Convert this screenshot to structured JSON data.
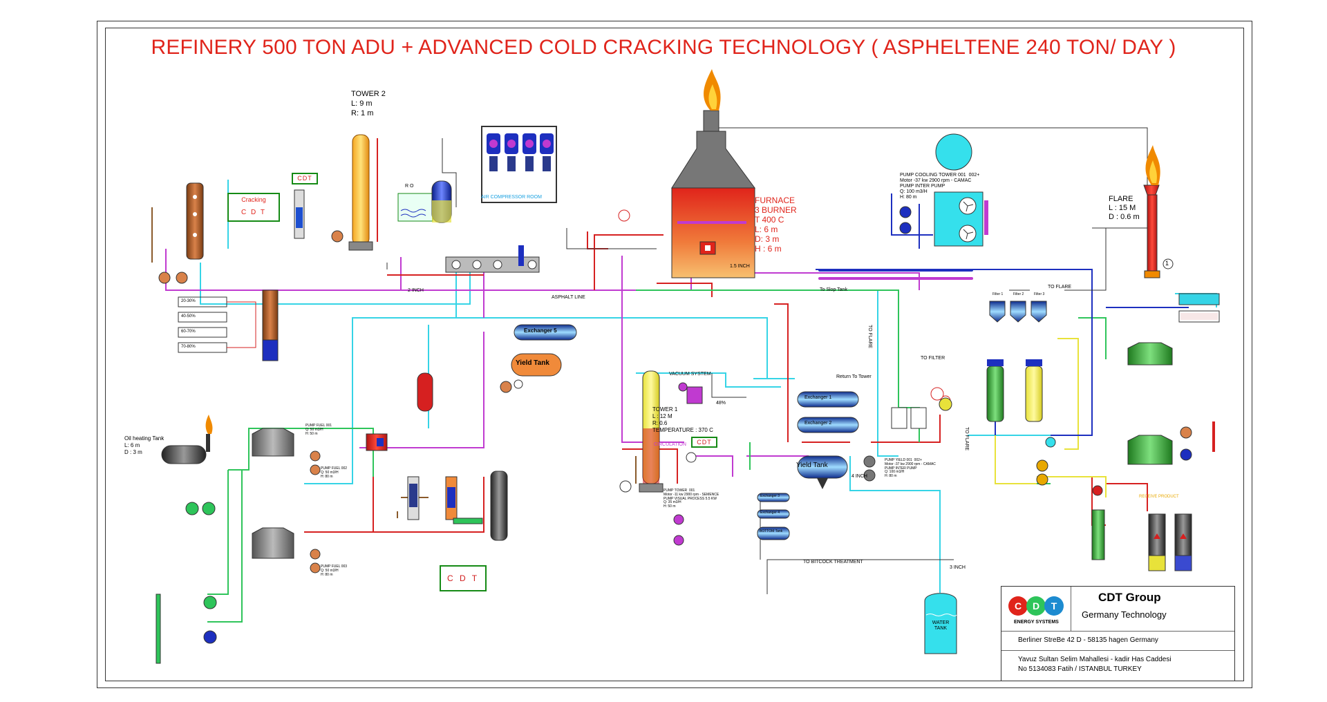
{
  "title": "REFINERY 500  TON ADU + ADVANCED COLD CRACKING TECHNOLOGY (  ASPHELTENE 240 TON/ DAY )",
  "tower2": {
    "name": "TOWER 2",
    "l": "L: 9 m",
    "r": "R: 1 m"
  },
  "furnace": {
    "name": "FURNACE",
    "burner": "3 BURNER",
    "temp": "T 400 C",
    "l": "L: 6 m",
    "d": "D: 3 m",
    "h": "H : 6 m"
  },
  "flare": {
    "name": "FLARE",
    "l": "L : 15 M",
    "d": "D : 0.6 m",
    "marker": "1"
  },
  "tower1": {
    "name": "TOWER  1",
    "l": "L : 12 M",
    "r": "R: 0.6",
    "temp": "TEMPERATURE : 370 C"
  },
  "cracking": {
    "line1": "Cracking",
    "line2": "C D T"
  },
  "cdt_small": "CDT",
  "cdt_bottom": "C D T",
  "cdt_circ": "CDT",
  "ro_label": "R O",
  "air_room": "AIR COMPRESSOR ROOM",
  "exchanger5": "Exchanger 5",
  "yield_tank_1": "Yield Tank",
  "yield_tank_2": "Yield Tank",
  "exchanger1": "Exchanger 1",
  "exchanger2": "Exchanger 2",
  "exchanger3": "Exchanger 3",
  "exchanger4": "Exchanger 4",
  "bottom_tank": "BOTTOM Tank",
  "vacuum_system": "VACUUM SYSTEM",
  "circulation": "CIRCULATION",
  "pct48": "48%",
  "oil_heating": {
    "name": "Oil heating Tank",
    "l": "L: 6 m",
    "d": "D : 3 m"
  },
  "water_tank": "WATER\nTANK",
  "filters": [
    "Filter 1",
    "Filter 2",
    "Filter 3"
  ],
  "lines": {
    "to_flare": "TO FLARE",
    "to_slop_tank": "To Slop Tank",
    "inch_15": "1.5  INCH",
    "inch_2": "2 INCH",
    "asphalt_line": "ASPHALT LINE",
    "to_filter": "TO FILTER",
    "return_to_tower": "Return To Tower",
    "to_bitcock": "TO BITCOCK TREATMENT",
    "inch_3": "3 INCH",
    "inch_4": "4 INCH",
    "receive_product": "RECEIVE PRODUCT",
    "to_flare_v": "TO FLARE",
    "to_flare_v2": "TO FLARE"
  },
  "percent_cuts": [
    "20-30%",
    "40-50%",
    "60-70%",
    "70-80%"
  ],
  "pump_fuel_001": "PUMP FUEL 001\nQ: 50 m3/H\nH: 50 m",
  "pump_fuel_002": "PUMP FUEL 002\nQ: 50 m3/H\nH: 80 m",
  "pump_fuel_003": "PUMP FUEL 003\nQ: 50 m3/H\nH: 80 m",
  "pump_yield": "PUMP YIELD 001  002+\nMotor -37 kw 2900 rpm - CAMAC\nPUMP INTER PUMP\nQ: 100 m3/H\nH: 80 m",
  "pump_cooling": "PUMP COOLING TOWER 001  002+\nMotor -37 kw 2900 rpm - CAMAC\nPUMP INTER PUMP\nQ: 100 m3/H\nH: 80 m",
  "pump_tower": "PUMP TOWER  001\nMotor -11 kw 2900 rpm - SEMENCE\nPUMP VISUAL PROCESS 5.5 KW\nQ: 35 m3/H\nH: 50 m",
  "company": {
    "name": "CDT Group",
    "sub": "Germany Technology",
    "logo_sub": "ENERGY SYSTEMS",
    "address1": "Berliner StreBe 42 D - 58135 hagen Germany",
    "address2": "Yavuz Sultan Selim Mahallesi - kadir Has Caddesi",
    "address3": "No 5134083 Fatih / ISTANBUL TURKEY"
  },
  "colors": {
    "title_red": "#e0241b",
    "pipe_cyan": "#35d4e6",
    "pipe_magenta": "#c03ad0",
    "pipe_red": "#d62020",
    "pipe_green": "#2ec45a",
    "pipe_yellow": "#e8e23a",
    "pipe_blue": "#1d2fbf",
    "pipe_brown": "#8a5a2b"
  }
}
